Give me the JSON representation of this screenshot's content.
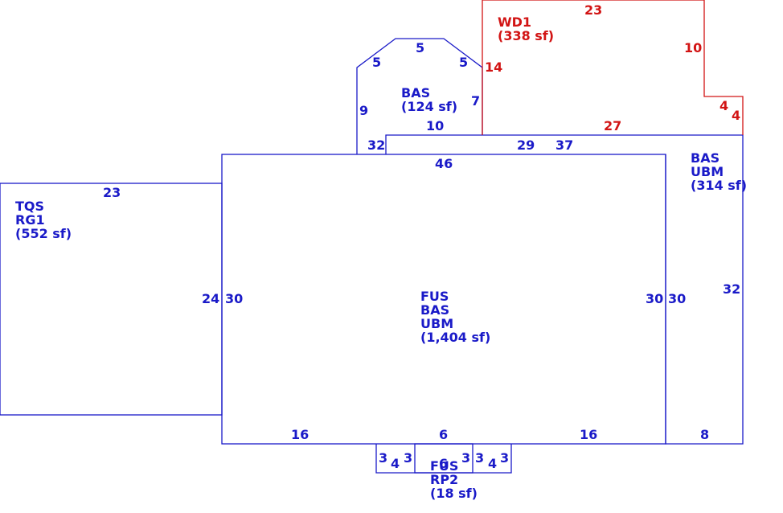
{
  "areas": {
    "tqs": {
      "code": "TQS",
      "sub": "RG1",
      "area": "(552 sf)"
    },
    "bas_top": {
      "code": "BAS",
      "area": "(124 sf)"
    },
    "wd1": {
      "code": "WD1",
      "area": "(338 sf)"
    },
    "bas_right": {
      "code": "BAS",
      "sub": "UBM",
      "area": "(314 sf)"
    },
    "main": {
      "code": "FUS",
      "sub": "BAS",
      "sub2": "UBM",
      "area": "(1,404 sf)"
    },
    "fus_bottom": {
      "code": "FUS",
      "sub": "RP2",
      "area": "(18 sf)"
    }
  },
  "dims": {
    "tqs_top": "23",
    "tqs_left_side": "24",
    "main_left_side": "30",
    "main_top": "46",
    "bay_left": "5",
    "bay_top": "5",
    "bay_right": "5",
    "bay_side": "9",
    "bay_bottom": "10",
    "bay_right_side": "7",
    "bay_small": "32",
    "wd1_top": "23",
    "wd1_right": "10",
    "wd1_left": "14",
    "wd1_step_h": "4",
    "wd1_step_v": "4",
    "wd1_bottom": "27",
    "strip_29": "29",
    "strip_37": "37",
    "main_right_side": "30",
    "bas_left_side": "30",
    "bas_right_side": "32",
    "bas_bottom": "8",
    "bottom_left": "16",
    "bottom_mid": "6",
    "bottom_right": "16",
    "b_3a": "3",
    "b_4a": "4",
    "b_3b": "3",
    "b_6": "6",
    "b_3c": "3",
    "b_3d": "3",
    "b_4b": "4",
    "b_3e": "3"
  }
}
